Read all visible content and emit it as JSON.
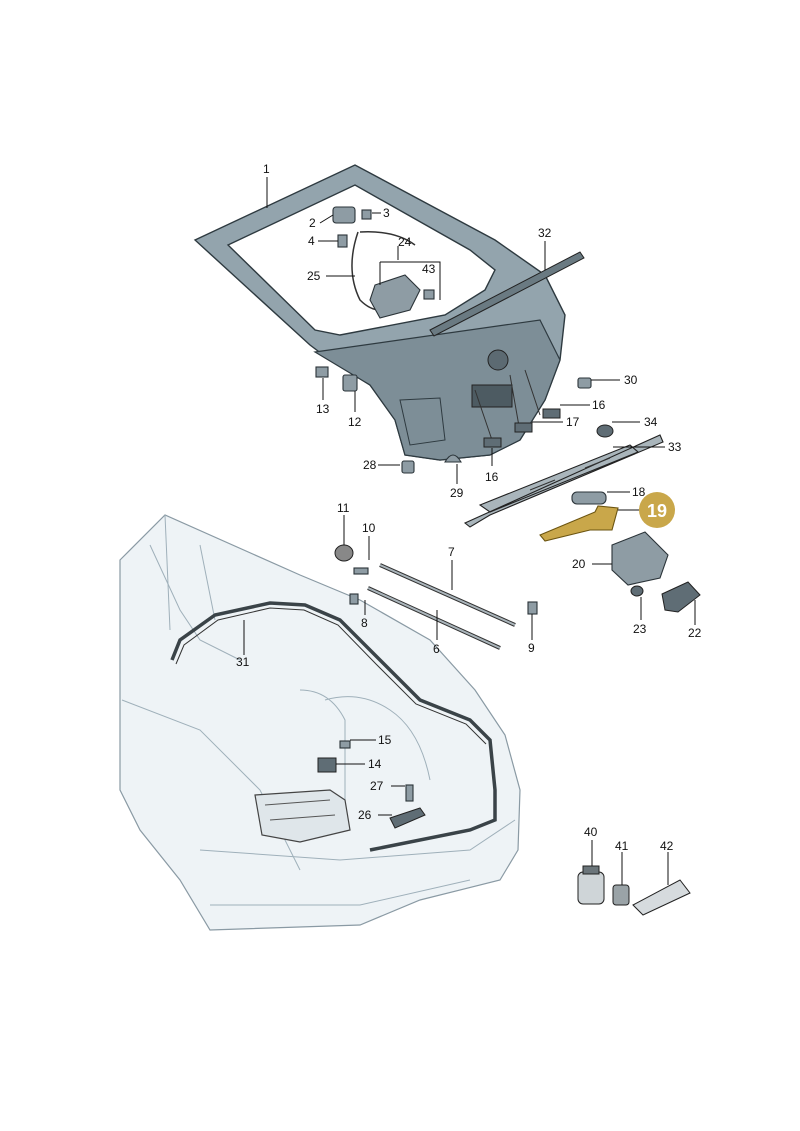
{
  "labels": {
    "l1": "1",
    "l2": "2",
    "l3": "3",
    "l4": "4",
    "l6": "6",
    "l7": "7",
    "l8": "8",
    "l9": "9",
    "l10": "10",
    "l11": "11",
    "l12": "12",
    "l13": "13",
    "l14": "14",
    "l15": "15",
    "l16a": "16",
    "l16b": "16",
    "l17": "17",
    "l18": "18",
    "l19": "19",
    "l20": "20",
    "l22": "22",
    "l23": "23",
    "l24": "24",
    "l25": "25",
    "l26": "26",
    "l27": "27",
    "l28": "28",
    "l29": "29",
    "l30": "30",
    "l31": "31",
    "l32": "32",
    "l33": "33",
    "l34": "34",
    "l40": "40",
    "l41": "41",
    "l42": "42",
    "l43": "43"
  },
  "highlight": {
    "part": "19",
    "color": "#c9a74a"
  }
}
